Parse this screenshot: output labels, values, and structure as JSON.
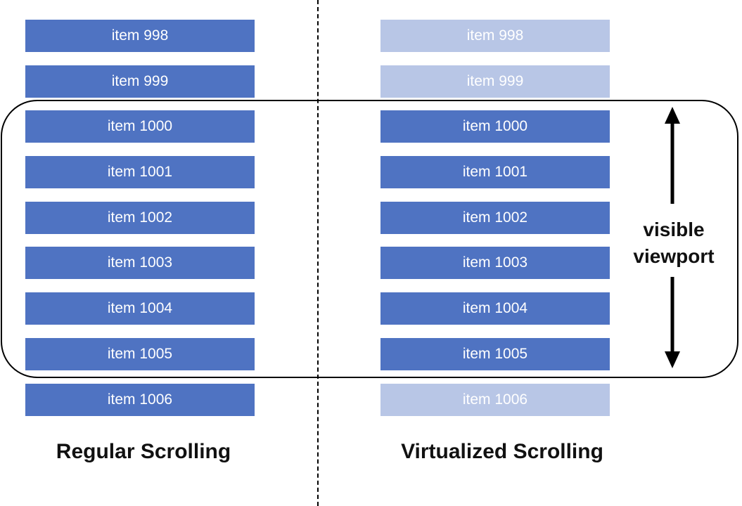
{
  "colors": {
    "item_active": "#4f73c2",
    "item_faded": "#b8c6e6",
    "item_text": "#ffffff",
    "border": "#000000"
  },
  "regular": {
    "caption": "Regular Scrolling",
    "items": [
      {
        "label": "item 998",
        "rendered": true
      },
      {
        "label": "item 999",
        "rendered": true
      },
      {
        "label": "item 1000",
        "rendered": true
      },
      {
        "label": "item 1001",
        "rendered": true
      },
      {
        "label": "item 1002",
        "rendered": true
      },
      {
        "label": "item 1003",
        "rendered": true
      },
      {
        "label": "item 1004",
        "rendered": true
      },
      {
        "label": "item 1005",
        "rendered": true
      },
      {
        "label": "item 1006",
        "rendered": true
      }
    ]
  },
  "virtualized": {
    "caption": "Virtualized Scrolling",
    "items": [
      {
        "label": "item 998",
        "rendered": false
      },
      {
        "label": "item 999",
        "rendered": false
      },
      {
        "label": "item 1000",
        "rendered": true
      },
      {
        "label": "item 1001",
        "rendered": true
      },
      {
        "label": "item 1002",
        "rendered": true
      },
      {
        "label": "item 1003",
        "rendered": true
      },
      {
        "label": "item 1004",
        "rendered": true
      },
      {
        "label": "item 1005",
        "rendered": true
      },
      {
        "label": "item 1006",
        "rendered": false
      }
    ]
  },
  "viewport": {
    "label_line1": "visible",
    "label_line2": "viewport"
  }
}
